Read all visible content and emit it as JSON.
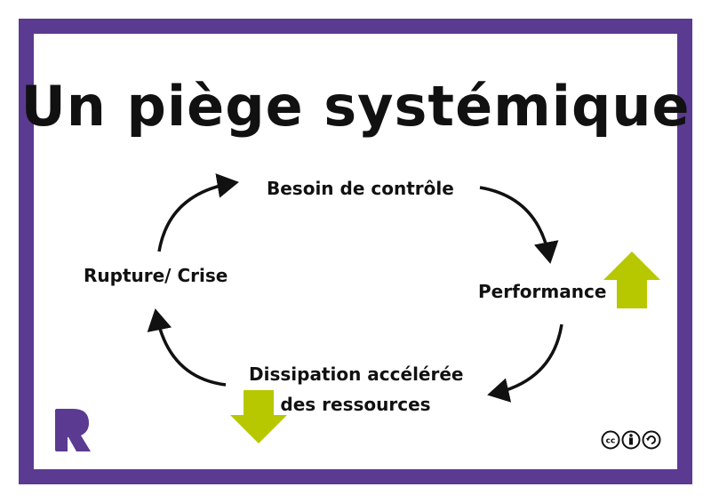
{
  "title": "Un piège systémique",
  "cycle": {
    "node_top": "Besoin de contrôle",
    "node_right": "Performance",
    "node_bottom_line1": "Dissipation accélérée",
    "node_bottom_line2": "des ressources",
    "node_left": "Rupture/ Crise"
  },
  "indicators": {
    "performance": "up-arrow-icon",
    "resources": "down-arrow-icon",
    "color": "#b7c800"
  },
  "branding": {
    "logo": "r-logo-icon",
    "license": "cc-by-sa-icon",
    "frame_color": "#5b3a91"
  }
}
